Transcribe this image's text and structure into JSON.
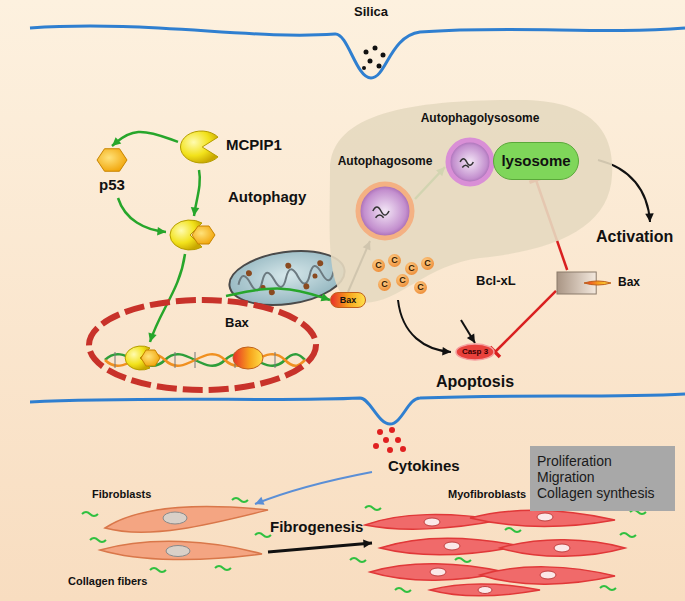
{
  "diagram": {
    "nodes": [
      {
        "text": [
          "MCPIP1"
        ]
      },
      {
        "text": [
          "p53"
        ]
      },
      {
        "text": [
          "Autophagy"
        ]
      },
      {
        "text": [
          "Autophagosome"
        ],
        "in": 2
      },
      {
        "text": [
          "Autophagolysosome"
        ],
        "in": 2
      },
      {
        "text": [
          "lysosome"
        ],
        "in": 2
      },
      {
        "text": [
          "Bax"
        ]
      },
      {
        "text": [
          "Bax"
        ]
      },
      {
        "text": [
          "Bcl-xL",
          "Bax"
        ]
      },
      {
        "text": [
          "Casp 3",
          "Apoptosis"
        ]
      },
      {
        "text": [
          "Proliferation",
          "Migration",
          "Collagen synthesis"
        ]
      }
    ],
    "edges": [
      {
        "from": 0,
        "to": 1,
        "arrow": "to"
      },
      {
        "from": 6,
        "to": 7,
        "arrow": "to"
      },
      {
        "from": 7,
        "to": 3,
        "arrow": "to"
      },
      {
        "from": 3,
        "to": 4,
        "arrow": "to"
      },
      {
        "from": 2,
        "to": 9,
        "arrow": "to"
      },
      {
        "from": 8,
        "to": 5,
        "arrow": "to"
      },
      {
        "from": 8,
        "to": 9,
        "arrow": "to"
      }
    ],
    "labels": [
      "Silica",
      "C",
      "C",
      "C",
      "C",
      "C",
      "C",
      "C",
      "Activation",
      "Cytokines",
      "Fibroblasts",
      "Fibrogenesis",
      "Myofibroblasts",
      "Collagen fibers"
    ]
  }
}
